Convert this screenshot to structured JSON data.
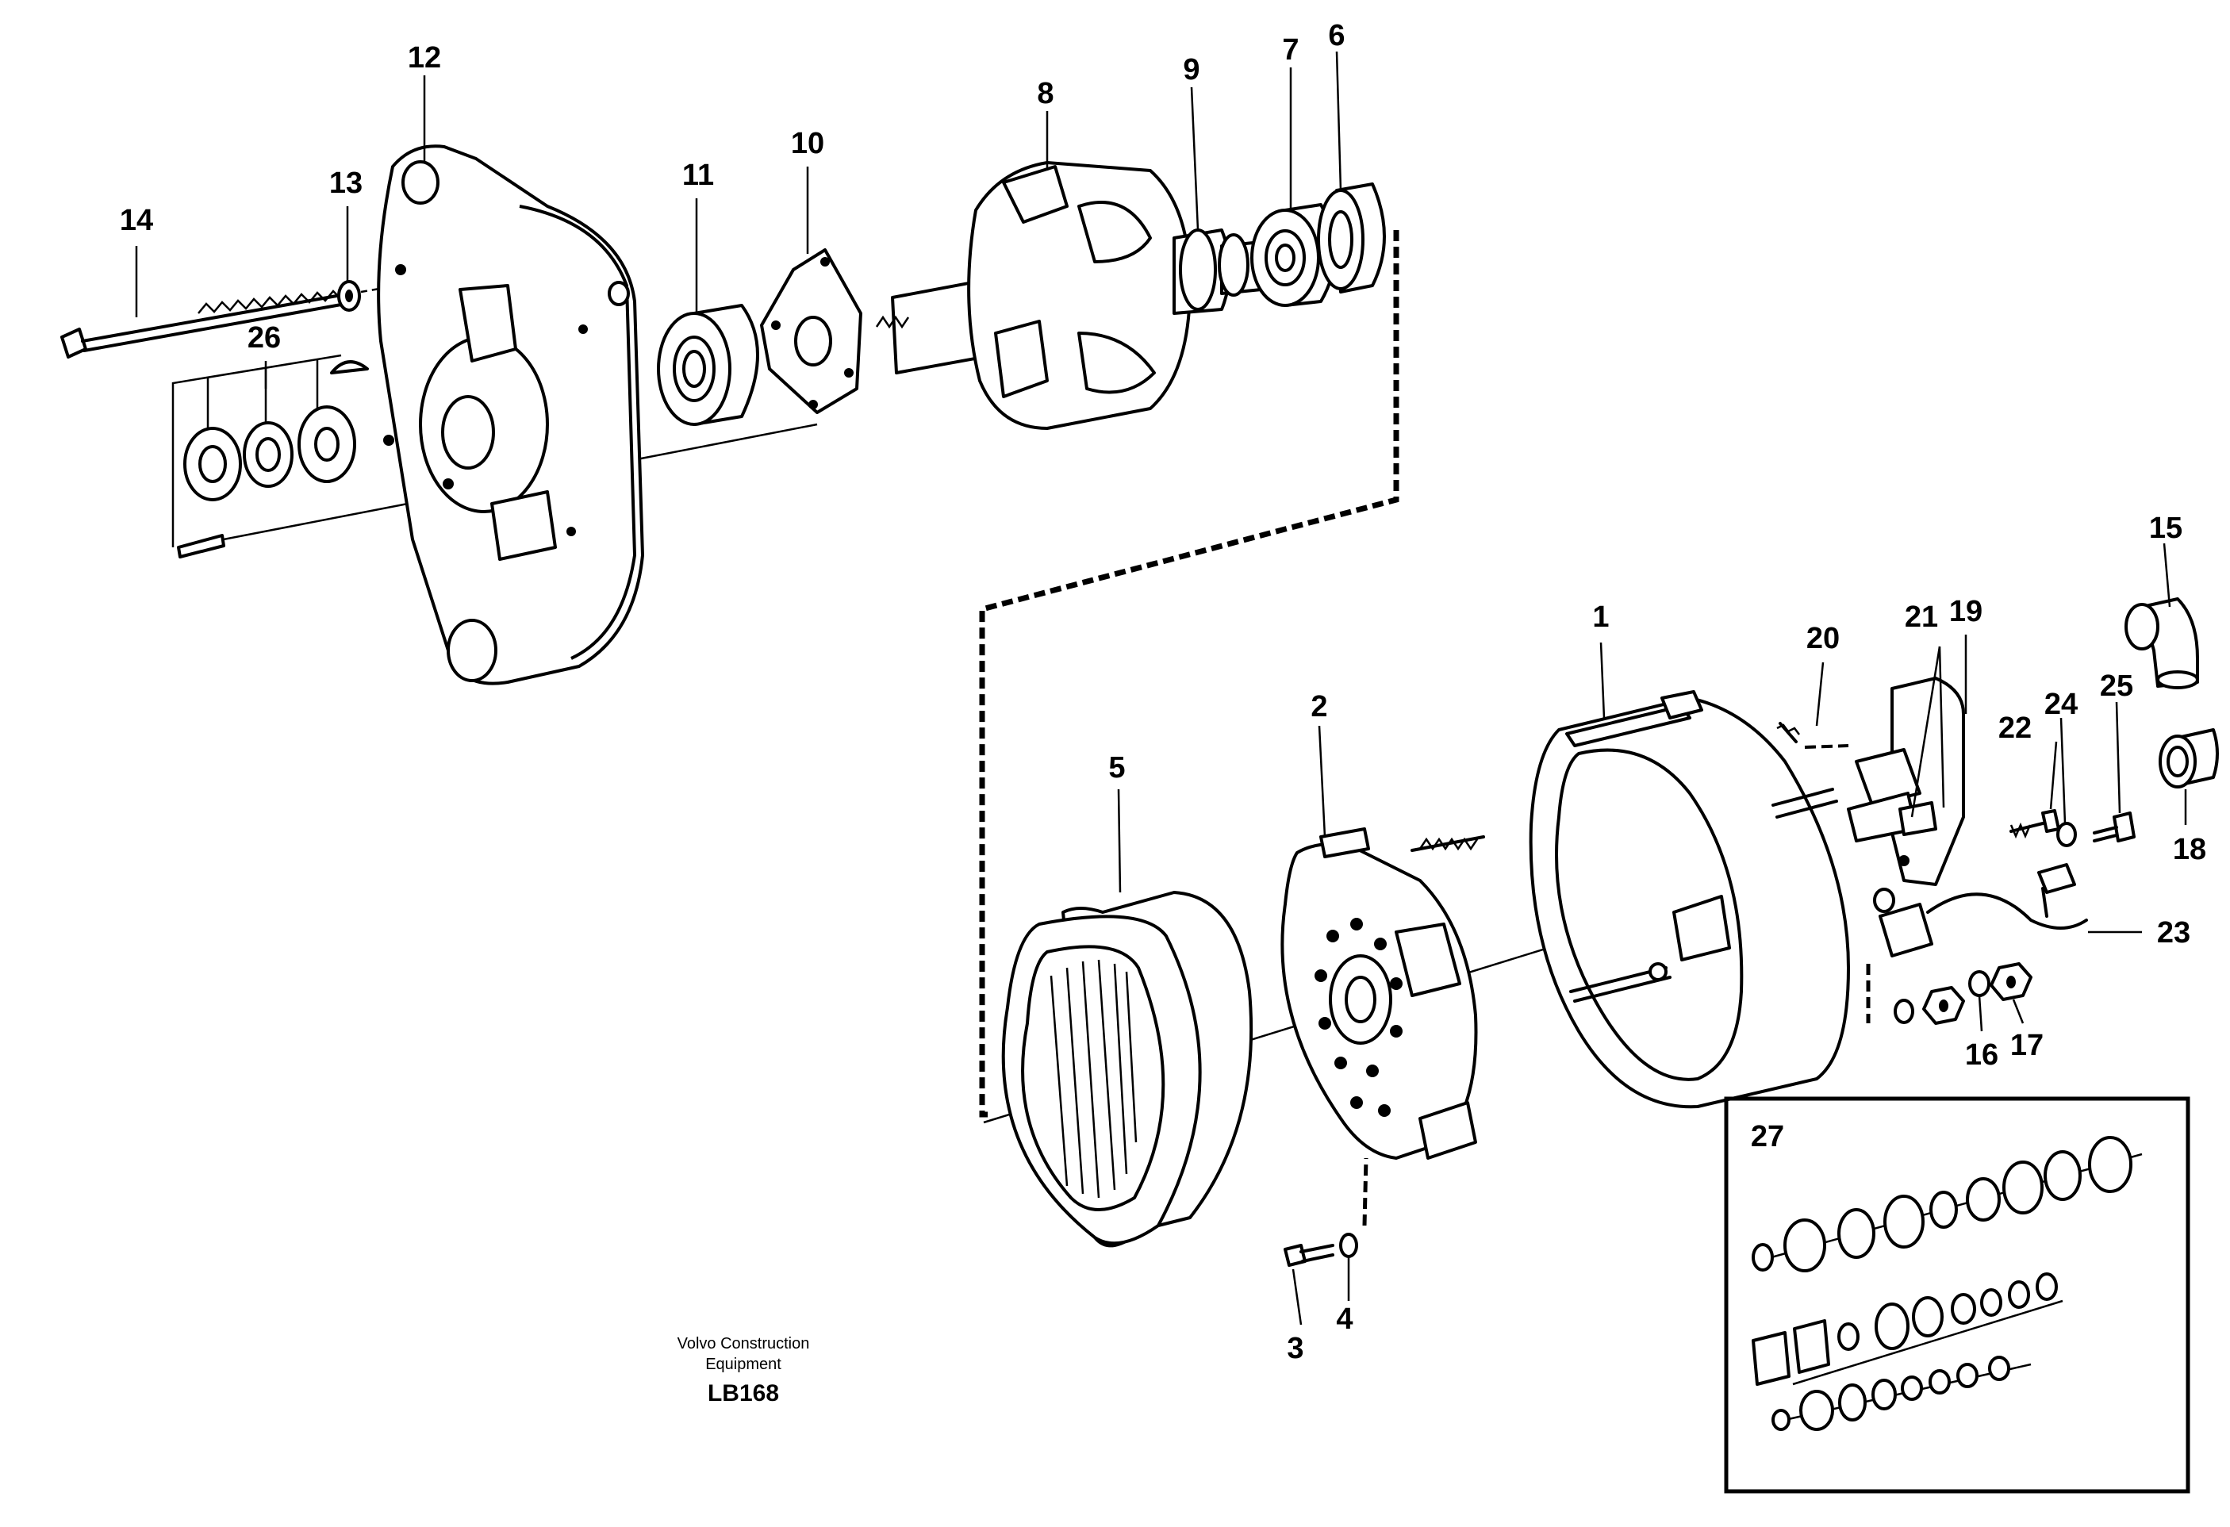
{
  "callouts": {
    "c1": "1",
    "c2": "2",
    "c3": "3",
    "c4": "4",
    "c5": "5",
    "c6": "6",
    "c7": "7",
    "c8": "8",
    "c9": "9",
    "c10": "10",
    "c11": "11",
    "c12": "12",
    "c13": "13",
    "c14": "14",
    "c15": "15",
    "c16": "16",
    "c17": "17",
    "c18": "18",
    "c19": "19",
    "c20": "20",
    "c21": "21",
    "c22": "22",
    "c23": "23",
    "c24": "24",
    "c25": "25",
    "c26": "26",
    "c27": "27"
  },
  "footer": {
    "caption_line1": "Volvo Construction",
    "caption_line2": "Equipment",
    "code": "LB168"
  }
}
